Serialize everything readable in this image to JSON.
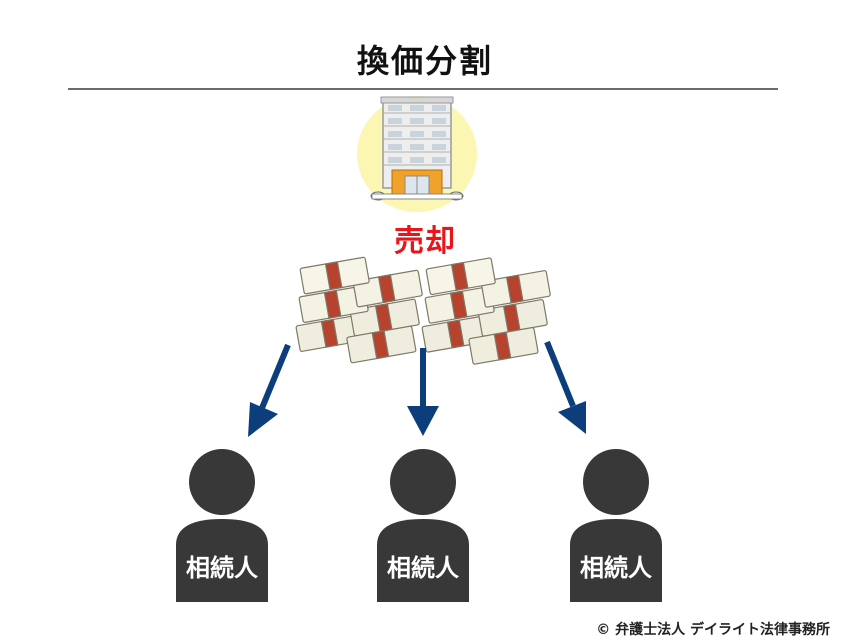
{
  "title": "換価分割",
  "sale_label": "売却",
  "heirs": [
    {
      "label": "相続人"
    },
    {
      "label": "相続人"
    },
    {
      "label": "相続人"
    }
  ],
  "footer": "© 弁護士法人 デイライト法律事務所",
  "colors": {
    "sale_red": "#e8161b",
    "arrow_blue": "#0c3e7c",
    "person_gray": "#383838",
    "glow_yellow": "#fbf6b2",
    "building_orange": "#f0a22a"
  }
}
